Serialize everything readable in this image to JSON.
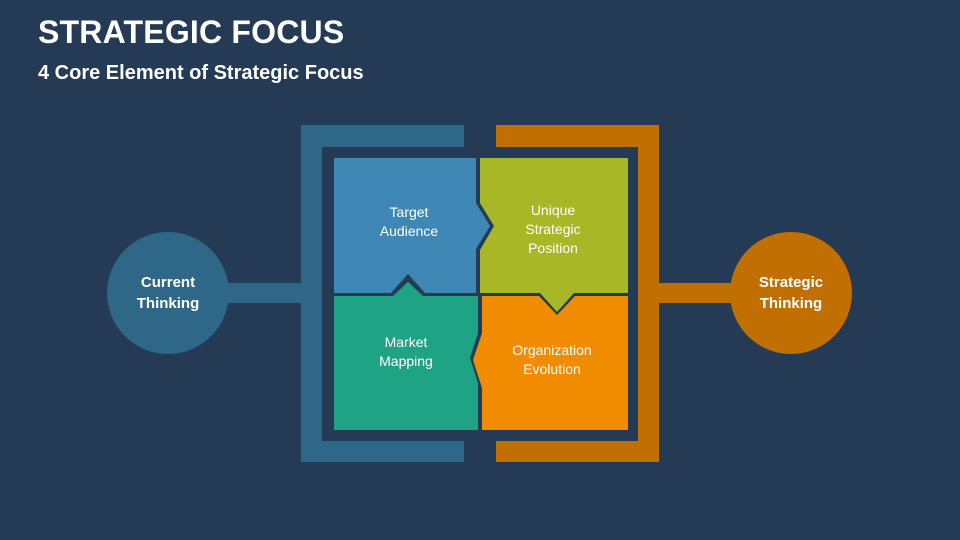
{
  "header": {
    "title": "STRATEGIC FOCUS",
    "subtitle": "4 Core Element of Strategic Focus"
  },
  "left_circle": {
    "label": "Current\nThinking"
  },
  "right_circle": {
    "label": "Strategic\nThinking"
  },
  "pieces": [
    {
      "label": "Target\nAudience"
    },
    {
      "label": "Unique\nStrategic\nPosition"
    },
    {
      "label": "Market\nMapping"
    },
    {
      "label": "Organization\nEvolution"
    }
  ],
  "colors": {
    "background": "#253A54",
    "left_frame": "#2E6787",
    "right_frame": "#C06F00",
    "target_audience": "#3F88B5",
    "unique_position": "#A8B725",
    "market_mapping": "#1EA385",
    "organization_evolution": "#F18C00"
  }
}
